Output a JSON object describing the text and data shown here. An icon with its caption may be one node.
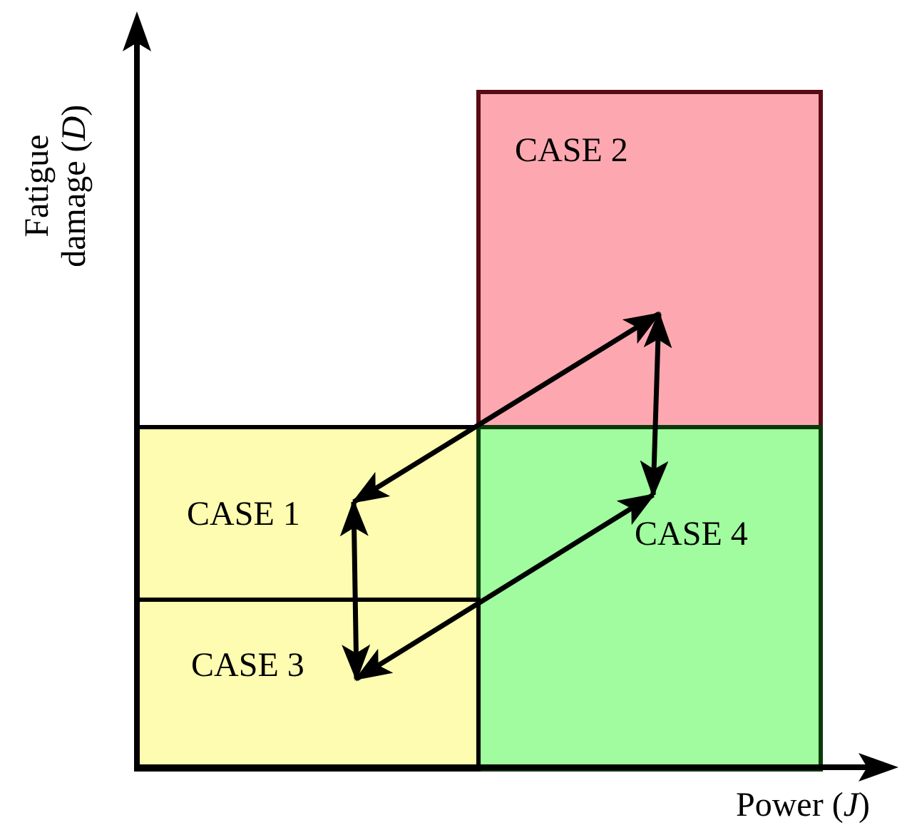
{
  "diagram": {
    "nodes": [
      {
        "text": [
          "CASE 2"
        ]
      },
      {
        "text": [
          "CASE 1"
        ]
      },
      {
        "text": [
          "CASE 4"
        ]
      },
      {
        "text": [
          "CASE 3"
        ]
      }
    ],
    "edges": [
      {
        "from": 1,
        "to": 0,
        "arrow": "both"
      },
      {
        "from": 0,
        "to": 2,
        "arrow": "both"
      },
      {
        "from": 1,
        "to": 3,
        "arrow": "both"
      },
      {
        "from": 3,
        "to": 2,
        "arrow": "both"
      }
    ],
    "labels": [
      "Fatigue damage (*D*)",
      "Power (*J*)"
    ]
  }
}
